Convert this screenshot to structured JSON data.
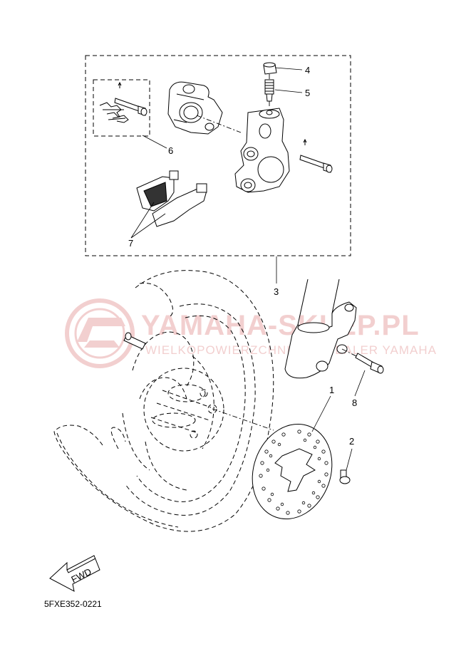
{
  "callouts": {
    "c1": "1",
    "c2": "2",
    "c3": "3",
    "c4": "4",
    "c5": "5",
    "c6": "6",
    "c7": "7",
    "c8": "8"
  },
  "arrow_label": "FWD",
  "diagram_code": "5FXE352-0221",
  "watermark": {
    "line1": "YAMAHA-SKLEP.PL",
    "line2": "WIELKOPOWIERZCHNIOWY DEALER YAMAHA",
    "color": "#e8a8a8"
  }
}
